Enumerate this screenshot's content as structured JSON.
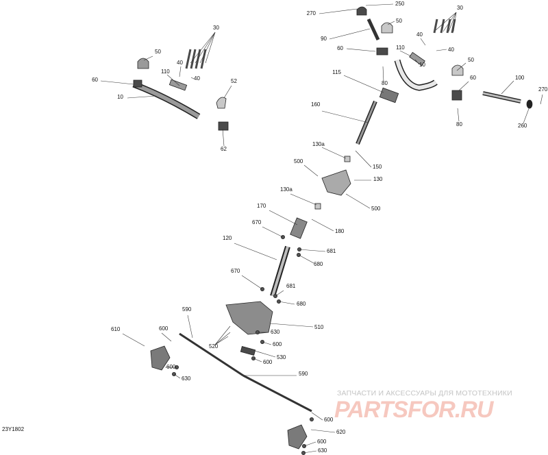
{
  "diagram_id": "23Y1802",
  "watermark": {
    "caption": "ЗАПЧАСТИ И АКСЕССУАРЫ ДЛЯ МОТОТЕХНИКИ",
    "logo": "PARTSFOR.RU"
  },
  "callouts": [
    {
      "label": "270"
    },
    {
      "label": "250"
    },
    {
      "label": "50"
    },
    {
      "label": "30"
    },
    {
      "label": "90"
    },
    {
      "label": "40"
    },
    {
      "label": "40"
    },
    {
      "label": "60"
    },
    {
      "label": "110"
    },
    {
      "label": "10"
    },
    {
      "label": "50"
    },
    {
      "label": "115"
    },
    {
      "label": "80"
    },
    {
      "label": "60"
    },
    {
      "label": "100"
    },
    {
      "label": "270"
    },
    {
      "label": "80"
    },
    {
      "label": "260"
    },
    {
      "label": "30"
    },
    {
      "label": "50"
    },
    {
      "label": "40"
    },
    {
      "label": "110"
    },
    {
      "label": "40"
    },
    {
      "label": "60"
    },
    {
      "label": "10"
    },
    {
      "label": "52"
    },
    {
      "label": "62"
    },
    {
      "label": "160"
    },
    {
      "label": "130a"
    },
    {
      "label": "150"
    },
    {
      "label": "500"
    },
    {
      "label": "130"
    },
    {
      "label": "130a"
    },
    {
      "label": "500"
    },
    {
      "label": "170"
    },
    {
      "label": "180"
    },
    {
      "label": "670"
    },
    {
      "label": "120"
    },
    {
      "label": "681"
    },
    {
      "label": "680"
    },
    {
      "label": "670"
    },
    {
      "label": "681"
    },
    {
      "label": "680"
    },
    {
      "label": "590"
    },
    {
      "label": "510"
    },
    {
      "label": "610"
    },
    {
      "label": "600"
    },
    {
      "label": "630"
    },
    {
      "label": "520"
    },
    {
      "label": "600"
    },
    {
      "label": "530"
    },
    {
      "label": "600"
    },
    {
      "label": "600"
    },
    {
      "label": "630"
    },
    {
      "label": "590"
    },
    {
      "label": "600"
    },
    {
      "label": "620"
    },
    {
      "label": "600"
    },
    {
      "label": "630"
    }
  ]
}
